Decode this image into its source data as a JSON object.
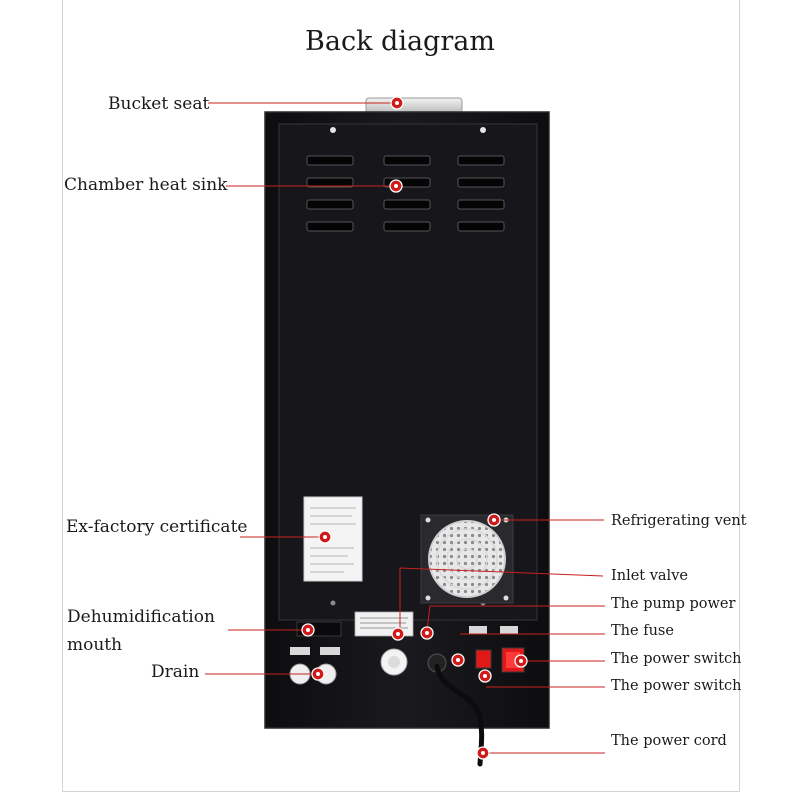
{
  "title": "Back diagram",
  "callouts": {
    "bucket_seat": "Bucket seat",
    "chamber_heat_sink": "Chamber heat sink",
    "ex_factory_certificate": "Ex-factory certificate",
    "dehumidification_mouth_line1": "Dehumidification",
    "dehumidification_mouth_line2": "mouth",
    "drain": "Drain",
    "refrigerating_vent": "Refrigerating vent",
    "inlet_valve": "Inlet valve",
    "pump_power": "The pump power",
    "fuse": "The fuse",
    "power_switch_1": "The power switch",
    "power_switch_2": "The power switch",
    "power_cord": "The power cord"
  },
  "colors": {
    "callout_line": "#cc1f1f",
    "marker_fill": "#d01a1a",
    "cabinet": "#111114",
    "panel": "#1b1b1f",
    "rocker_switch": "#e01818"
  }
}
